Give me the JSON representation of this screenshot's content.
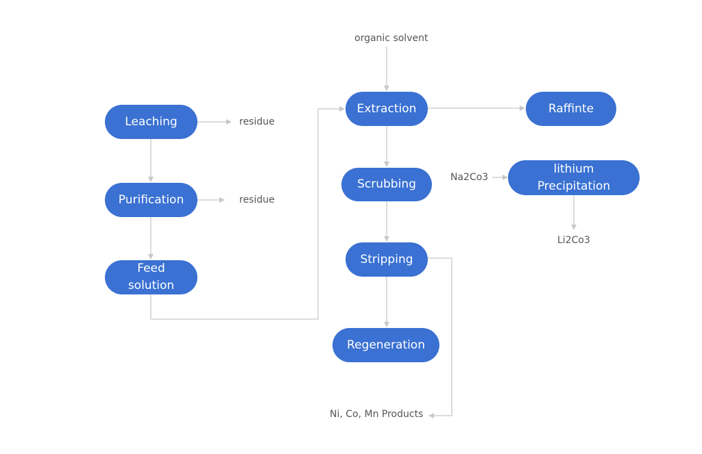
{
  "diagram": {
    "nodes": {
      "leaching": "Leaching",
      "purification": "Purification",
      "feed_line1": "Feed",
      "feed_line2": "solution",
      "extraction": "Extraction",
      "raffinte": "Raffinte",
      "scrubbing": "Scrubbing",
      "stripping": "Stripping",
      "regeneration": "Regeneration",
      "lithium_line1": "lithium",
      "lithium_line2": "Precipitation"
    },
    "labels": {
      "organic_solvent": "organic solvent",
      "residue_1": "residue",
      "residue_2": "residue",
      "na2co3": "Na2Co3",
      "li2co3": "Li2Co3",
      "products": "Ni, Co, Mn Products"
    },
    "colors": {
      "node_fill": "#3a71d2",
      "node_text": "#ffffff",
      "connector": "#c8c8c8",
      "label_text": "#555555"
    }
  }
}
